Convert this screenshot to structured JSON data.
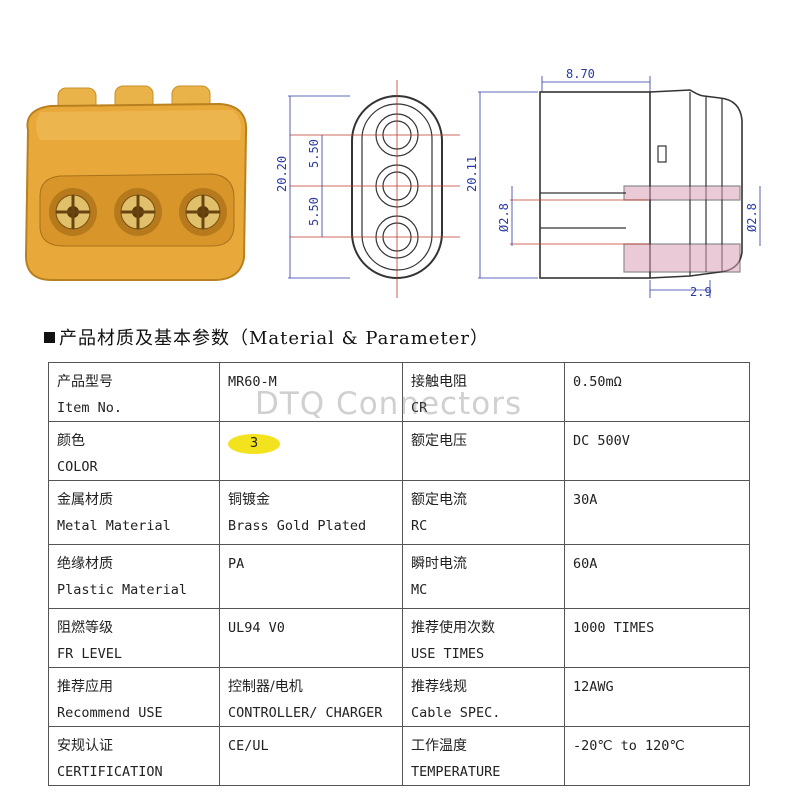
{
  "figure": {
    "front_dims": {
      "overall_height": "20.20",
      "pitch_top": "5.50",
      "pitch_bottom": "5.50"
    },
    "side_dims": {
      "width": "8.70",
      "height": "20.11",
      "pin_left": "Ø2.8",
      "pin_right": "Ø2.8",
      "depth": "2.9"
    }
  },
  "section_title": "产品材质及基本参数（Material & Parameter）",
  "watermark": "DTQ Connectors",
  "colors": {
    "connector": "#e8a93a",
    "badge": "#f3e21e",
    "dimension": "#2a3aa0",
    "hatch": "#d9a0b8"
  },
  "table": {
    "rows": [
      {
        "l_zh": "产品型号",
        "l_en": "Item No.",
        "l_val": "MR60-M",
        "r_zh": "接触电阻",
        "r_en": "CR",
        "r_val": "0.50mΩ"
      },
      {
        "l_zh": "颜色",
        "l_en": "COLOR",
        "l_val": "3",
        "r_zh": "额定电压",
        "r_en": "",
        "r_val": "DC 500V"
      },
      {
        "l_zh": "金属材质",
        "l_en": "Metal Material",
        "l_val_zh": "铜镀金",
        "l_val": "Brass Gold Plated",
        "r_zh": "额定电流",
        "r_en": "RC",
        "r_val": "30A"
      },
      {
        "l_zh": "绝缘材质",
        "l_en": "Plastic Material",
        "l_val": "PA",
        "r_zh": "瞬时电流",
        "r_en": "MC",
        "r_val": "60A"
      },
      {
        "l_zh": "阻燃等级",
        "l_en": "FR LEVEL",
        "l_val": "UL94 V0",
        "r_zh": "推荐使用次数",
        "r_en": "USE TIMES",
        "r_val": "1000 TIMES"
      },
      {
        "l_zh": "推荐应用",
        "l_en": "Recommend USE",
        "l_val_zh": "控制器/电机",
        "l_val": "CONTROLLER/ CHARGER",
        "r_zh": "推荐线规",
        "r_en": "Cable SPEC.",
        "r_val": "12AWG"
      },
      {
        "l_zh": "安规认证",
        "l_en": "CERTIFICATION",
        "l_val": "CE/UL",
        "r_zh": "工作温度",
        "r_en": "TEMPERATURE",
        "r_val": " -20℃ to 120℃"
      }
    ]
  }
}
